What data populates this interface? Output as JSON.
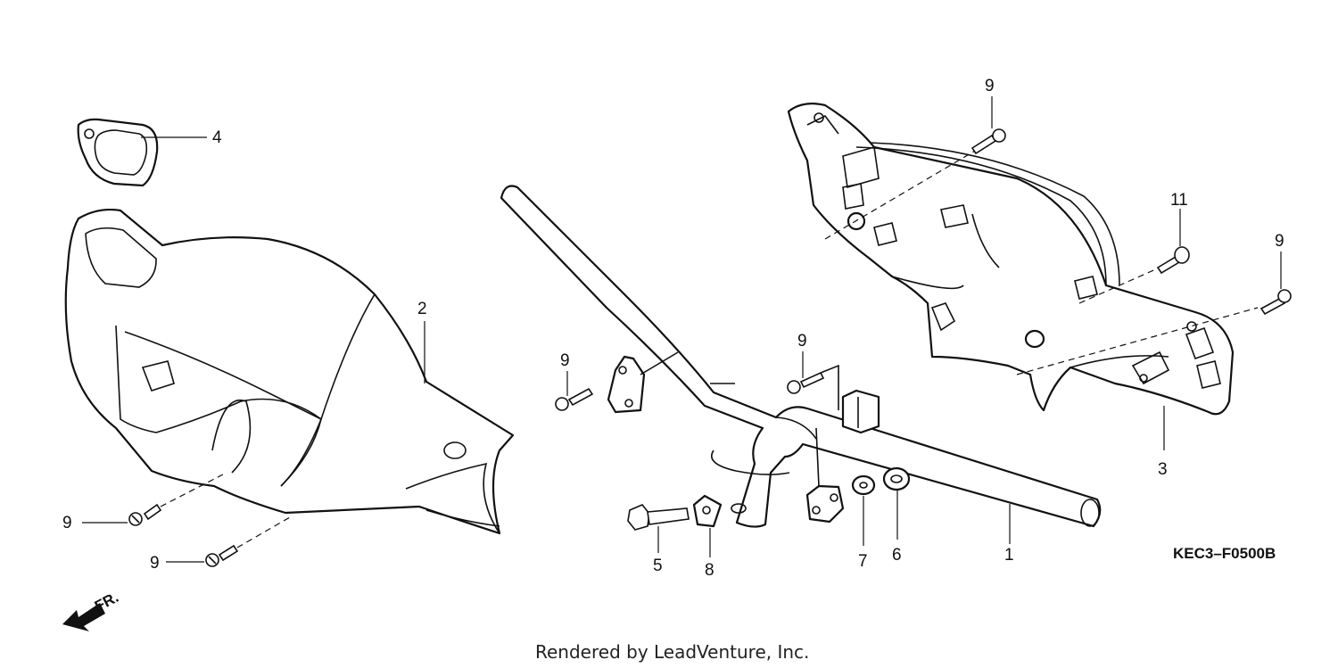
{
  "diagram": {
    "drawing_code": "KEC3–F0500B",
    "footer": "Rendered by LeadVenture, Inc.",
    "front_arrow_label": "FR.",
    "callouts": [
      {
        "id": "c4",
        "text": "4"
      },
      {
        "id": "c2",
        "text": "2"
      },
      {
        "id": "c9a",
        "text": "9"
      },
      {
        "id": "c9b",
        "text": "9"
      },
      {
        "id": "c9c",
        "text": "9"
      },
      {
        "id": "c9d",
        "text": "9"
      },
      {
        "id": "c9e",
        "text": "9"
      },
      {
        "id": "c9f",
        "text": "9"
      },
      {
        "id": "c11",
        "text": "11"
      },
      {
        "id": "c3",
        "text": "3"
      },
      {
        "id": "c1",
        "text": "1"
      },
      {
        "id": "c5",
        "text": "5"
      },
      {
        "id": "c6",
        "text": "6"
      },
      {
        "id": "c7",
        "text": "7"
      },
      {
        "id": "c8",
        "text": "8"
      }
    ]
  }
}
